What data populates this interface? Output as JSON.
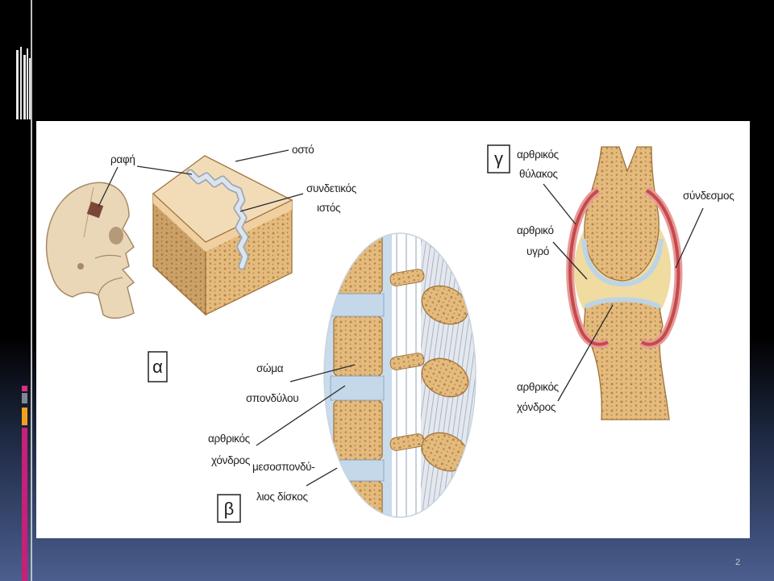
{
  "slide": {
    "page_number": "2",
    "icons": [
      "bookshelf-bars-icon"
    ],
    "colors": {
      "background_top": "#000000",
      "background_bottom": "#4b5f8f",
      "accent_pink": "#d9307e",
      "accent_gray": "#7f8794",
      "accent_orange": "#f2a11e",
      "accent_magenta": "#c81f78"
    }
  },
  "figure": {
    "panel_a": {
      "box_letter": "α",
      "suture_label": "ραφή",
      "bone_label": "οστό",
      "connective_tissue_line1": "συνδετικός",
      "connective_tissue_line2": "ιστός"
    },
    "panel_b": {
      "box_letter": "β",
      "vertebral_body_line1": "σώμα",
      "vertebral_body_line2": "σπονδύλου",
      "cartilage_line1": "αρθρικός",
      "cartilage_line2": "χόνδρος",
      "disc_line1": "μεσοσπονδύ-",
      "disc_line2": "λιος δίσκος"
    },
    "panel_c": {
      "box_letter": "γ",
      "capsule_line1": "αρθρικός",
      "capsule_line2": "θύλακος",
      "ligament_label": "σύνδεσμος",
      "fluid_line1": "αρθρικό",
      "fluid_line2": "υγρό",
      "cartilage_line1": "αρθρικός",
      "cartilage_line2": "χόνδρος"
    },
    "colors": {
      "bone": "#e4bb7c",
      "bone_pores": "#b5864c",
      "cartilage": "#bcd4e6",
      "capsule": "#c44a4a",
      "synovial_fluid": "#f0dca0"
    }
  }
}
